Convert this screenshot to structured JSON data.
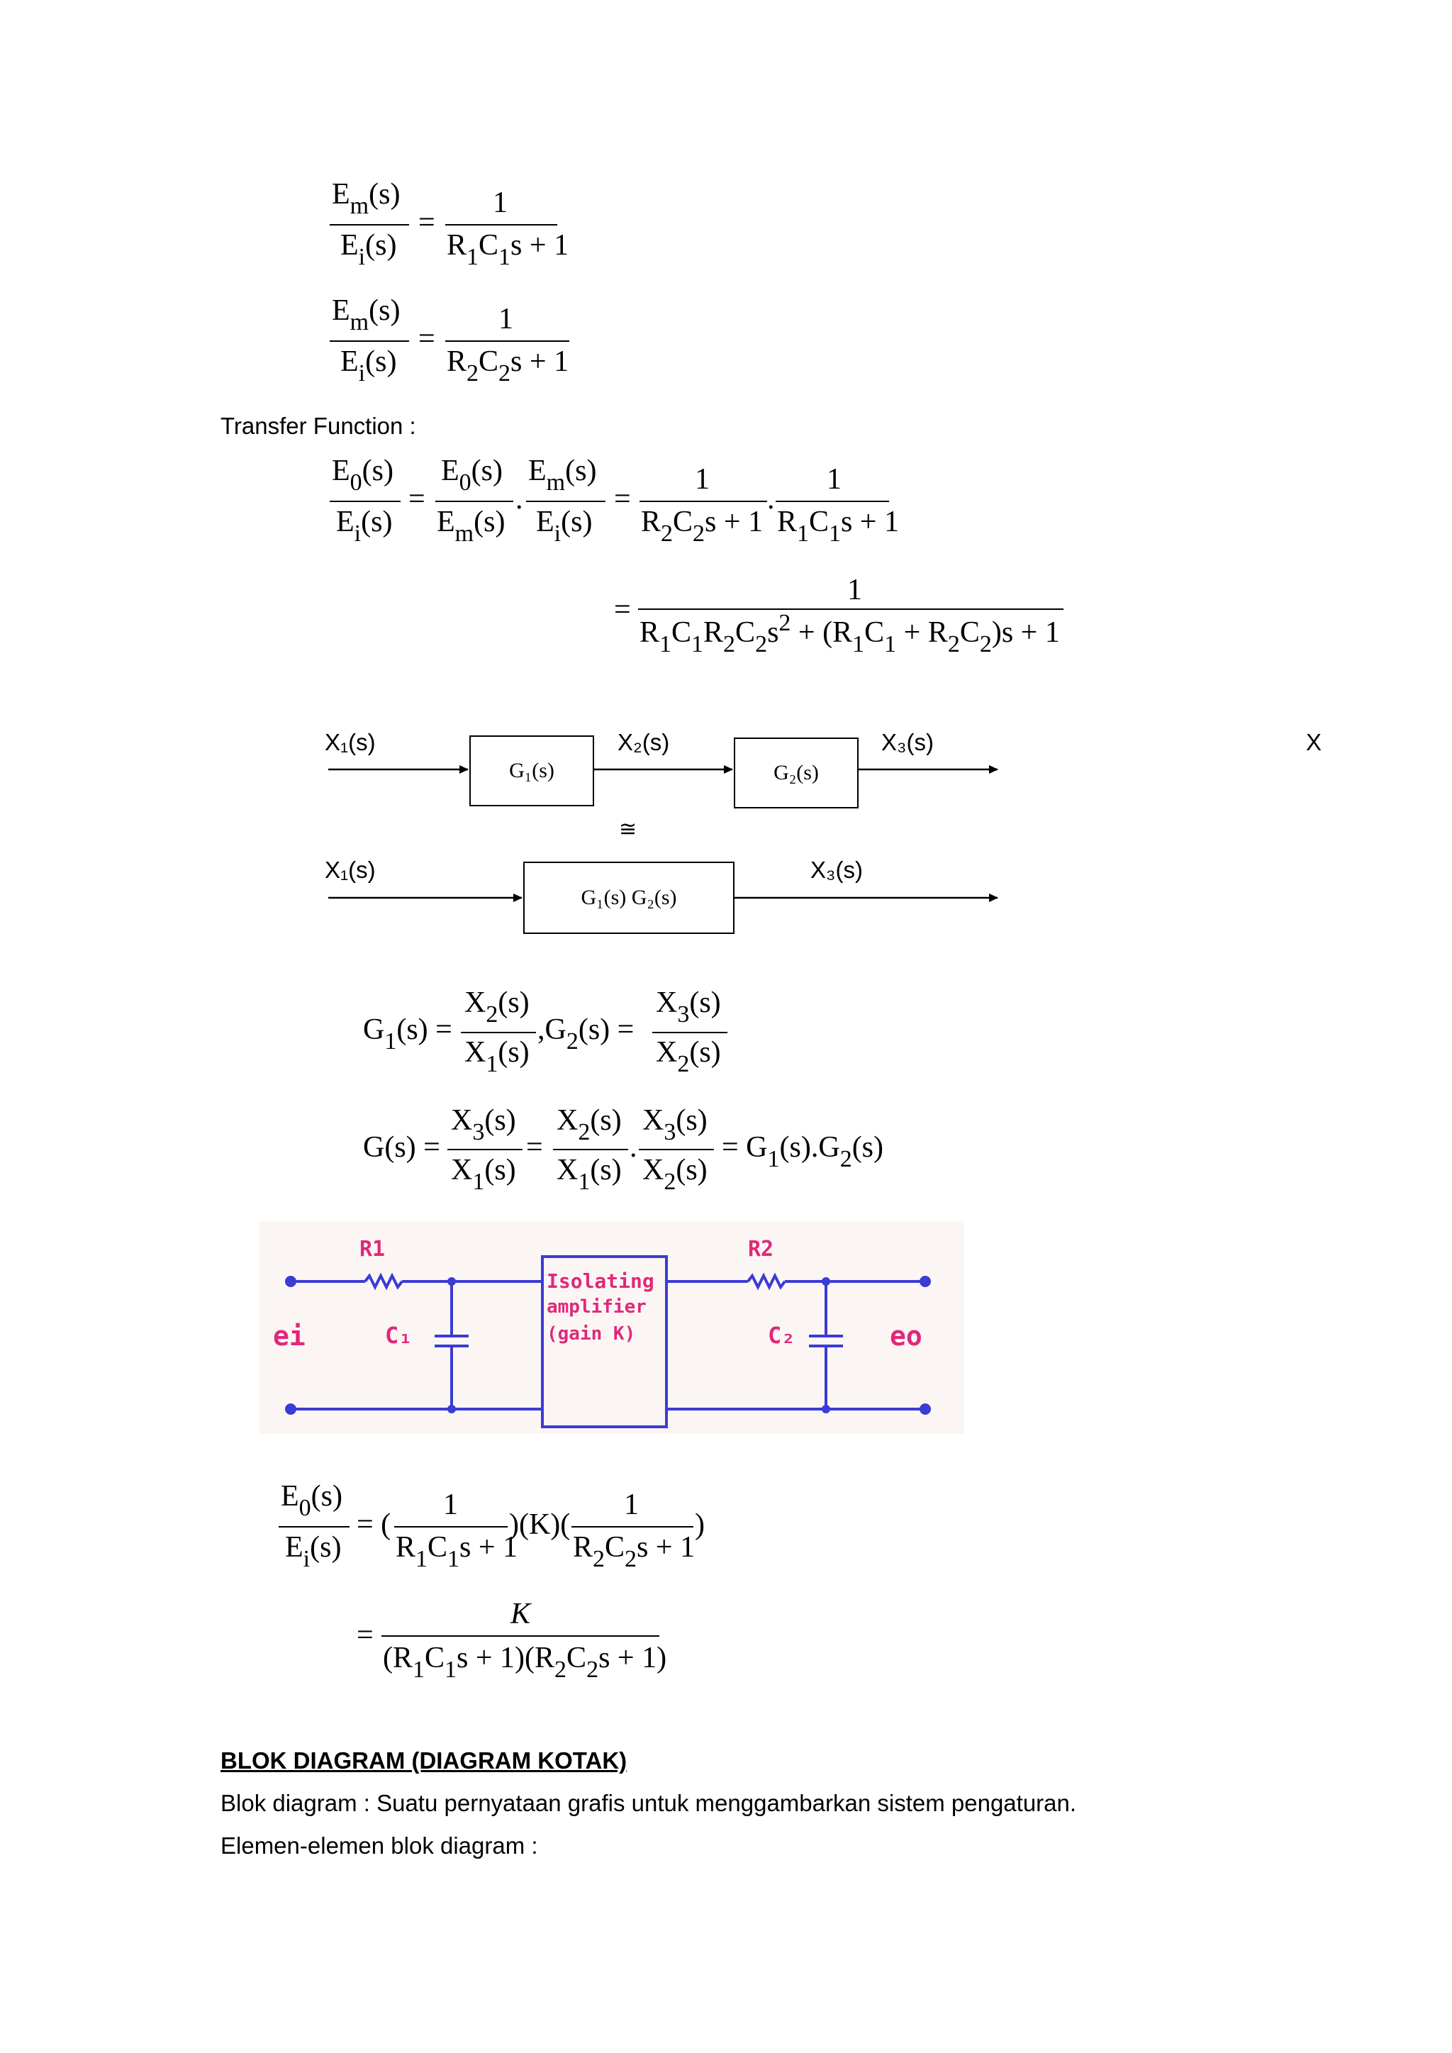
{
  "section_transfer": {
    "label": "Transfer Function :"
  },
  "block_diagram": {
    "top_signals": [
      "X₁(s)",
      "X₂(s)",
      "X₃(s)"
    ],
    "top_blocks": [
      "G₁(s)",
      "G₂(s)"
    ],
    "stray_label": "X",
    "equivalence_symbol": "≅",
    "bottom_signals": [
      "X₁(s)",
      "X₃(s)"
    ],
    "bottom_block": "G₁(s) G₂(s)"
  },
  "circuit": {
    "labels": {
      "r1": "R1",
      "r2": "R2",
      "c1": "C₁",
      "c2": "C₂",
      "ei": "ei",
      "eo": "eo",
      "amp_line1": "Isolating",
      "amp_line2": "amplifier",
      "amp_line3": "(gain K)"
    },
    "colors": {
      "wire": "#3b3bd6",
      "handwriting": "#e0287a",
      "paper": "#fbf6f4"
    }
  },
  "section_blok": {
    "heading": "BLOK DIAGRAM (DIAGRAM KOTAK)",
    "definition": "Blok diagram : Suatu pernyataan grafis untuk menggambarkan sistem pengaturan.",
    "elements_label": "Elemen-elemen blok diagram :"
  }
}
